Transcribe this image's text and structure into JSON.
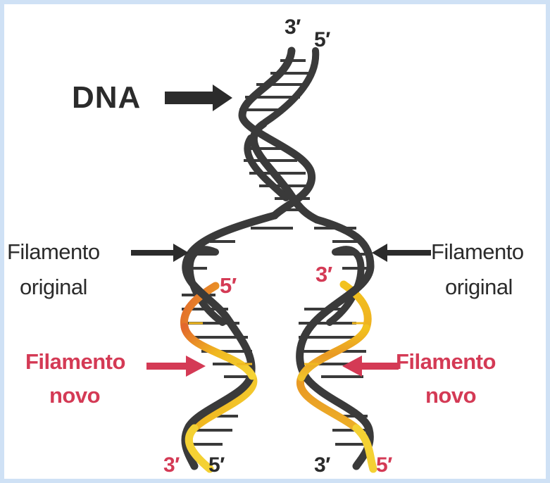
{
  "labels": {
    "dna": "DNA",
    "top_3": "3′",
    "top_5": "5′",
    "left_original_line1": "Filamento",
    "left_original_line2": "original",
    "right_original_line1": "Filamento",
    "right_original_line2": "original",
    "left_new_line1": "Filamento",
    "left_new_line2": "novo",
    "right_new_line1": "Filamento",
    "right_new_line2": "novo",
    "left_inner_5": "5′",
    "right_inner_3": "3′",
    "bottom_left_3": "3′",
    "bottom_left_5": "5′",
    "bottom_right_3": "3′",
    "bottom_right_5": "5′"
  },
  "colors": {
    "original_strand": "#3a3a3a",
    "new_strand": "#f2c21e",
    "new_strand_shade": "#e2682c",
    "new_label": "#d43a55",
    "label_dark": "#2b2b2b",
    "background": "#ffffff",
    "border": "#cfe1f5"
  },
  "icons": {
    "arrow": "right-arrow"
  }
}
